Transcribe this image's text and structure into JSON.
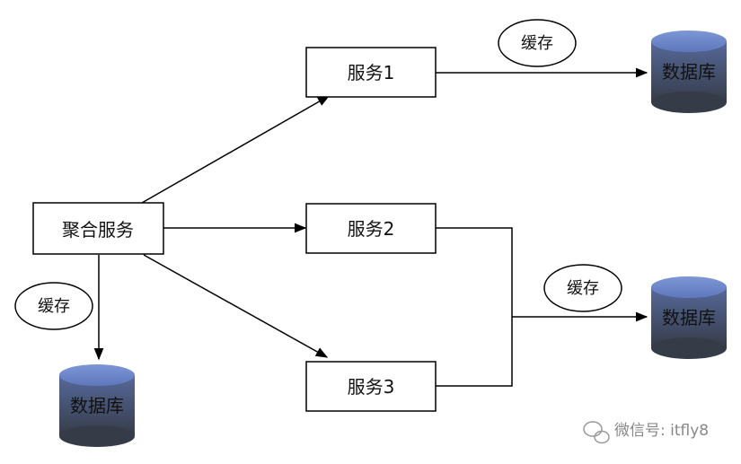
{
  "nodes": {
    "aggregate": "聚合服务",
    "service1": "服务1",
    "service2": "服务2",
    "service3": "服务3"
  },
  "databases": {
    "db1": "数据库",
    "db2": "数据库",
    "db3": "数据库"
  },
  "caches": {
    "cache1": "缓存",
    "cache2": "缓存",
    "cache3": "缓存"
  },
  "watermark": "微信号: itfly8",
  "colors": {
    "db_top": "#6b86c9",
    "db_band": "#4a5c80",
    "db_body": "#3d4658",
    "stroke": "#000000"
  }
}
